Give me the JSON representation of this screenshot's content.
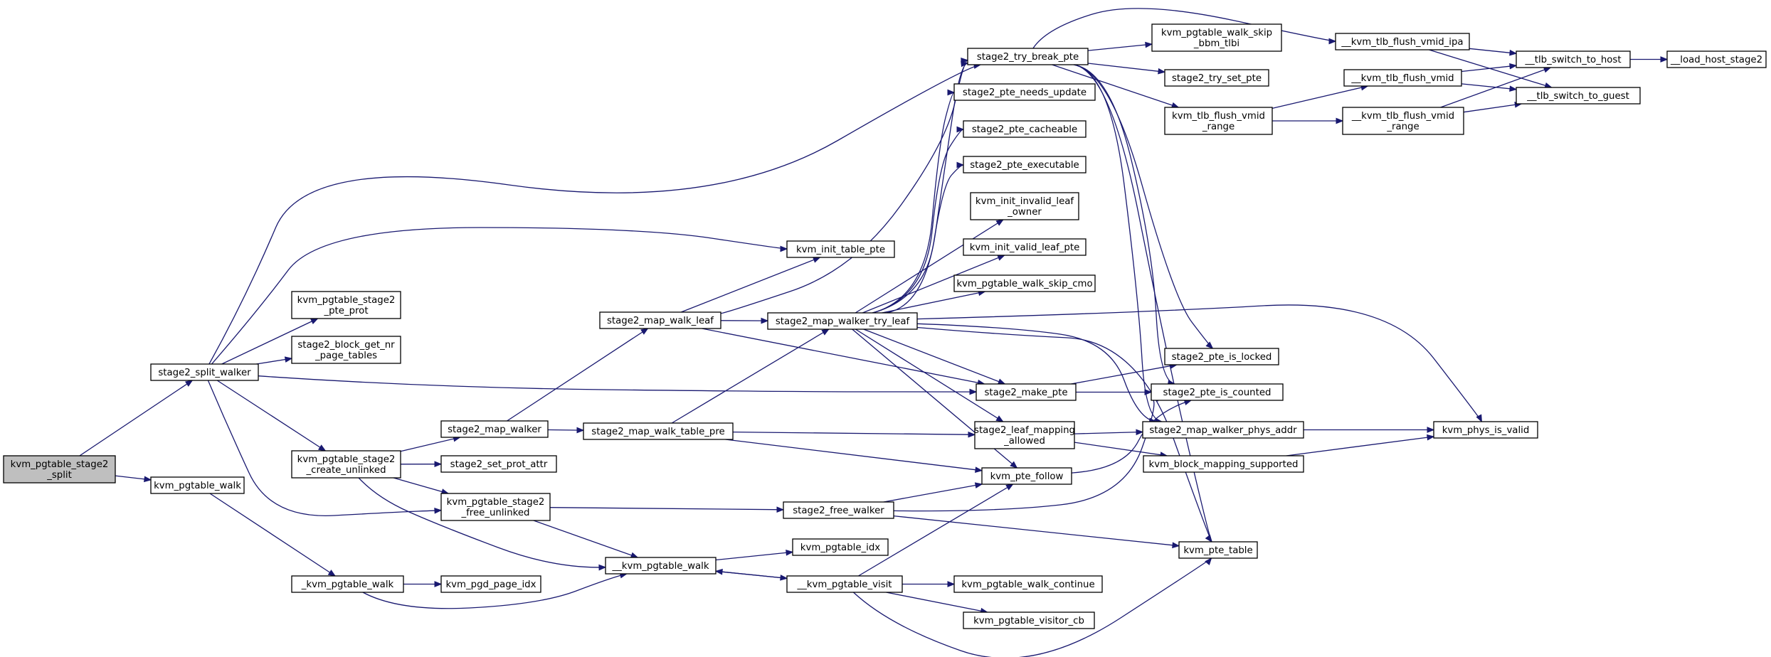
{
  "graph": {
    "colors": {
      "edge": "#191970",
      "root_fill": "#bfbfbf",
      "node_fill": "#ffffff",
      "node_border": "#000000"
    },
    "nodes": [
      {
        "id": "root",
        "lines": [
          "kvm_pgtable_stage2",
          "_split"
        ]
      },
      {
        "id": "split_walker",
        "lines": [
          "stage2_split_walker"
        ]
      },
      {
        "id": "pgtable_walk",
        "lines": [
          "kvm_pgtable_walk"
        ]
      },
      {
        "id": "pte_prot",
        "lines": [
          "kvm_pgtable_stage2",
          "_pte_prot"
        ]
      },
      {
        "id": "block_nr",
        "lines": [
          "stage2_block_get_nr",
          "_page_tables"
        ]
      },
      {
        "id": "create_unlinked",
        "lines": [
          "kvm_pgtable_stage2",
          "_create_unlinked"
        ]
      },
      {
        "id": "_walk",
        "lines": [
          "_kvm_pgtable_walk"
        ]
      },
      {
        "id": "map_walker",
        "lines": [
          "stage2_map_walker"
        ]
      },
      {
        "id": "set_prot",
        "lines": [
          "stage2_set_prot_attr"
        ]
      },
      {
        "id": "free_unlinked",
        "lines": [
          "kvm_pgtable_stage2",
          "_free_unlinked"
        ]
      },
      {
        "id": "pgd_idx",
        "lines": [
          "kvm_pgd_page_idx"
        ]
      },
      {
        "id": "map_walk_leaf",
        "lines": [
          "stage2_map_walk_leaf"
        ]
      },
      {
        "id": "table_pre",
        "lines": [
          "stage2_map_walk_table_pre"
        ]
      },
      {
        "id": "__walk",
        "lines": [
          "__kvm_pgtable_walk"
        ]
      },
      {
        "id": "init_table",
        "lines": [
          "kvm_init_table_pte"
        ]
      },
      {
        "id": "try_leaf",
        "lines": [
          "stage2_map_walker_try_leaf"
        ]
      },
      {
        "id": "free_walker",
        "lines": [
          "stage2_free_walker"
        ]
      },
      {
        "id": "pgtable_idx",
        "lines": [
          "kvm_pgtable_idx"
        ]
      },
      {
        "id": "visit",
        "lines": [
          "__kvm_pgtable_visit"
        ]
      },
      {
        "id": "try_break",
        "lines": [
          "stage2_try_break_pte"
        ]
      },
      {
        "id": "needs_update",
        "lines": [
          "stage2_pte_needs_update"
        ]
      },
      {
        "id": "cacheable",
        "lines": [
          "stage2_pte_cacheable"
        ]
      },
      {
        "id": "executable",
        "lines": [
          "stage2_pte_executable"
        ]
      },
      {
        "id": "invalid_leaf",
        "lines": [
          "kvm_init_invalid_leaf",
          "_owner"
        ]
      },
      {
        "id": "valid_leaf",
        "lines": [
          "kvm_init_valid_leaf_pte"
        ]
      },
      {
        "id": "skip_cmo",
        "lines": [
          "kvm_pgtable_walk_skip_cmo"
        ]
      },
      {
        "id": "make_pte",
        "lines": [
          "stage2_make_pte"
        ]
      },
      {
        "id": "leaf_allowed",
        "lines": [
          "stage2_leaf_mapping",
          "_allowed"
        ]
      },
      {
        "id": "pte_follow",
        "lines": [
          "kvm_pte_follow"
        ]
      },
      {
        "id": "walk_continue",
        "lines": [
          "kvm_pgtable_walk_continue"
        ]
      },
      {
        "id": "visitor_cb",
        "lines": [
          "kvm_pgtable_visitor_cb"
        ]
      },
      {
        "id": "skip_bbm",
        "lines": [
          "kvm_pgtable_walk_skip",
          "_bbm_tlbi"
        ]
      },
      {
        "id": "try_set",
        "lines": [
          "stage2_try_set_pte"
        ]
      },
      {
        "id": "flush_range",
        "lines": [
          "kvm_tlb_flush_vmid",
          "_range"
        ]
      },
      {
        "id": "is_locked",
        "lines": [
          "stage2_pte_is_locked"
        ]
      },
      {
        "id": "is_counted",
        "lines": [
          "stage2_pte_is_counted"
        ]
      },
      {
        "id": "phys_addr",
        "lines": [
          "stage2_map_walker_phys_addr"
        ]
      },
      {
        "id": "block_supported",
        "lines": [
          "kvm_block_mapping_supported"
        ]
      },
      {
        "id": "pte_table",
        "lines": [
          "kvm_pte_table"
        ]
      },
      {
        "id": "flush_ipa",
        "lines": [
          "__kvm_tlb_flush_vmid_ipa"
        ]
      },
      {
        "id": "flush_vmid",
        "lines": [
          "__kvm_tlb_flush_vmid"
        ]
      },
      {
        "id": "__flush_range",
        "lines": [
          "__kvm_tlb_flush_vmid",
          "_range"
        ]
      },
      {
        "id": "phys_valid",
        "lines": [
          "kvm_phys_is_valid"
        ]
      },
      {
        "id": "switch_host",
        "lines": [
          "__tlb_switch_to_host"
        ]
      },
      {
        "id": "switch_guest",
        "lines": [
          "__tlb_switch_to_guest"
        ]
      },
      {
        "id": "load_host",
        "lines": [
          "__load_host_stage2"
        ]
      }
    ]
  }
}
